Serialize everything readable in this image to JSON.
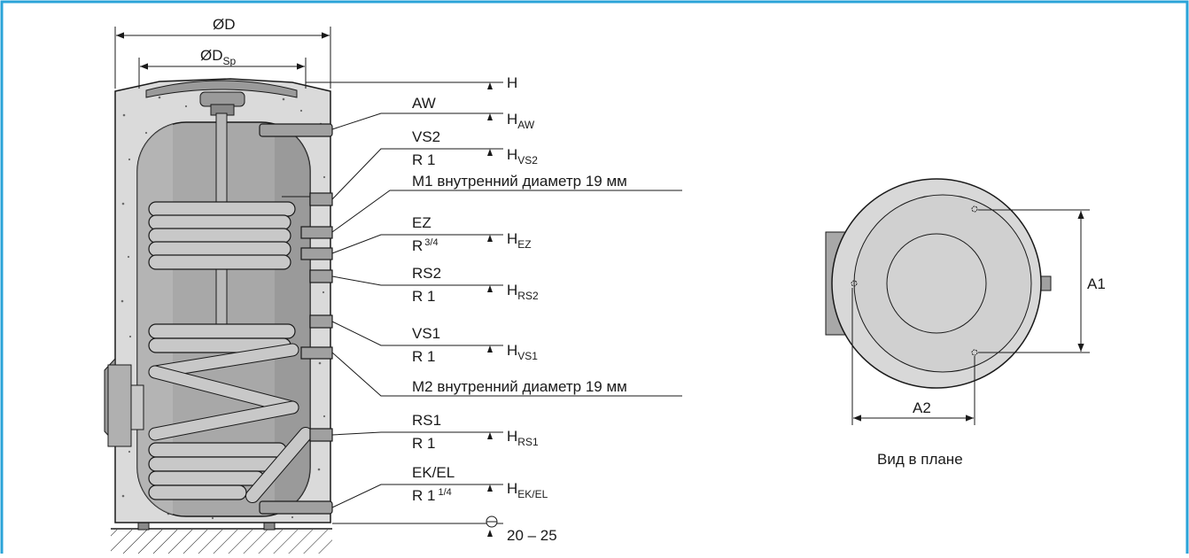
{
  "colors": {
    "frame_border": "#2aa3d8",
    "line": "#1a1a1a",
    "tank_gray": "#a8a8a8",
    "insulation": "#dadada"
  },
  "dimensions": {
    "diameter": "ØD",
    "storage_diameter": "ØD",
    "storage_diameter_sub": "Sp",
    "height": "H",
    "ground_gap": "20 – 25"
  },
  "connections": {
    "aw": {
      "name": "AW",
      "h": "H",
      "h_sub": "AW"
    },
    "vs2": {
      "name": "VS2",
      "thread": "R 1",
      "h": "H",
      "h_sub": "VS2"
    },
    "m1": {
      "text": "M1 внутренний диаметр 19 мм"
    },
    "ez": {
      "name": "EZ",
      "thread": "R",
      "thread_sup": "3/4",
      "h": "H",
      "h_sub": "EZ"
    },
    "rs2": {
      "name": "RS2",
      "thread": "R 1",
      "h": "H",
      "h_sub": "RS2"
    },
    "vs1": {
      "name": "VS1",
      "thread": "R 1",
      "h": "H",
      "h_sub": "VS1"
    },
    "m2": {
      "text": "M2 внутренний диаметр 19 мм"
    },
    "rs1": {
      "name": "RS1",
      "thread": "R 1",
      "h": "H",
      "h_sub": "RS1"
    },
    "ekel": {
      "name": "EK/EL",
      "thread": "R 1",
      "thread_sup": "1/4",
      "h": "H",
      "h_sub": "EK/EL"
    }
  },
  "plan_view": {
    "a1": "A1",
    "a2": "A2",
    "caption": "Вид в плане"
  }
}
